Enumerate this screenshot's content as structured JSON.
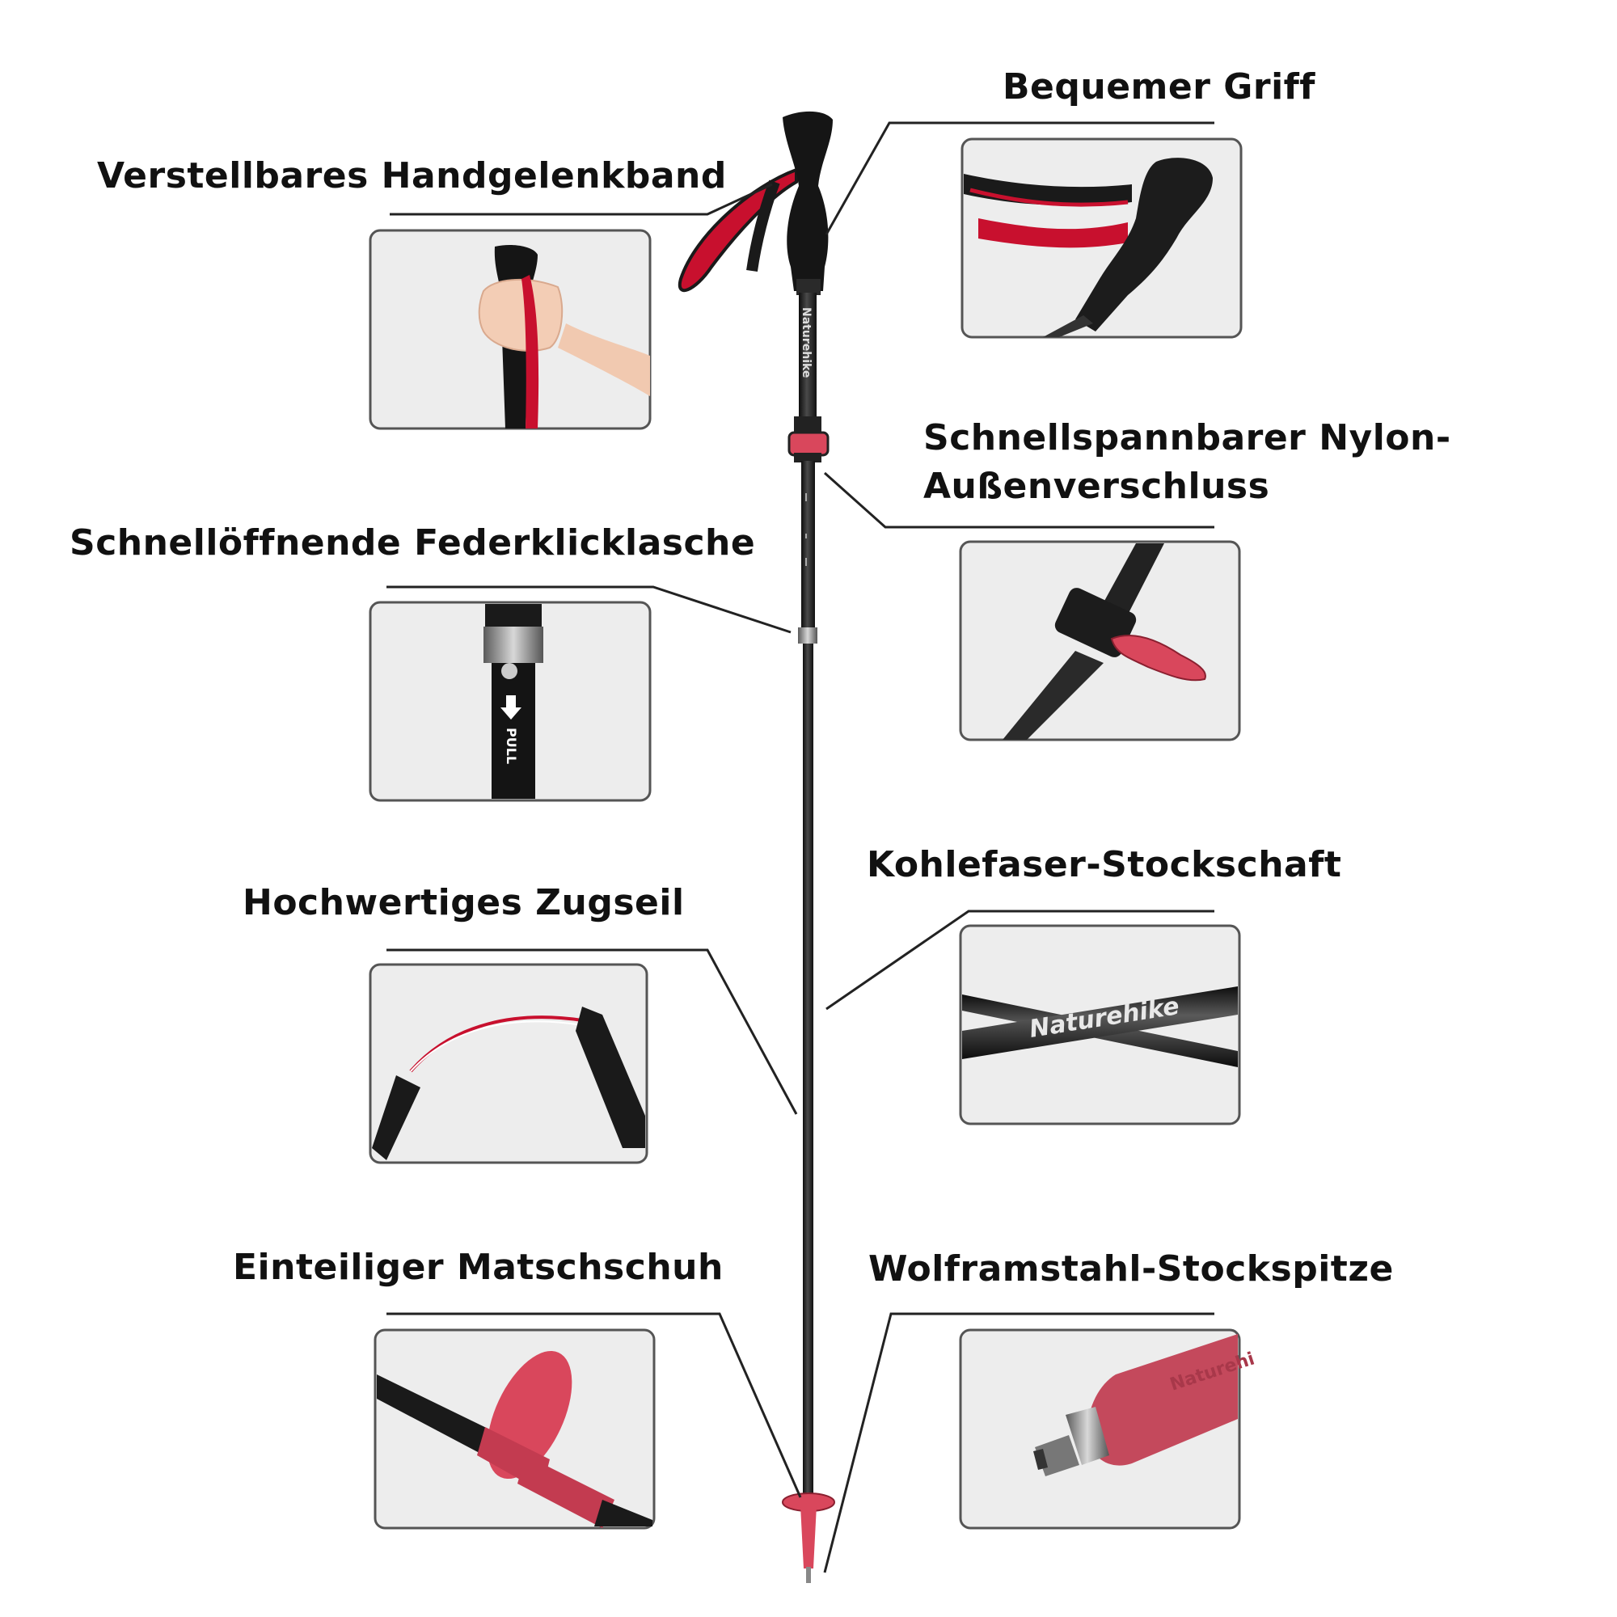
{
  "labels": {
    "grip": "Bequemer Griff",
    "wrist_strap": "Verstellbares Handgelenkband",
    "nylon_lock": "Schnellspannbarer Nylon-Außenverschluss",
    "spring_clip": "Schnellöffnende Federklicklasche",
    "shaft": "Kohlefaser-Stockschaft",
    "pull_cord": "Hochwertiges Zugseil",
    "mud_basket": "Einteiliger Matschschuh",
    "tip": "Wolframstahl-Stockspitze"
  },
  "pole_text": {
    "brand_vertical": "Naturehike",
    "brand_shaft_closeup": "Naturehike",
    "pull_marking": "PULL",
    "brand_tip_closeup": "Naturehi"
  },
  "colors": {
    "accent_red": "#c8102e",
    "pink_red": "#d9475c",
    "pole_black": "#1a1a1a",
    "panel_bg": "#ededed",
    "panel_border": "#555555"
  }
}
